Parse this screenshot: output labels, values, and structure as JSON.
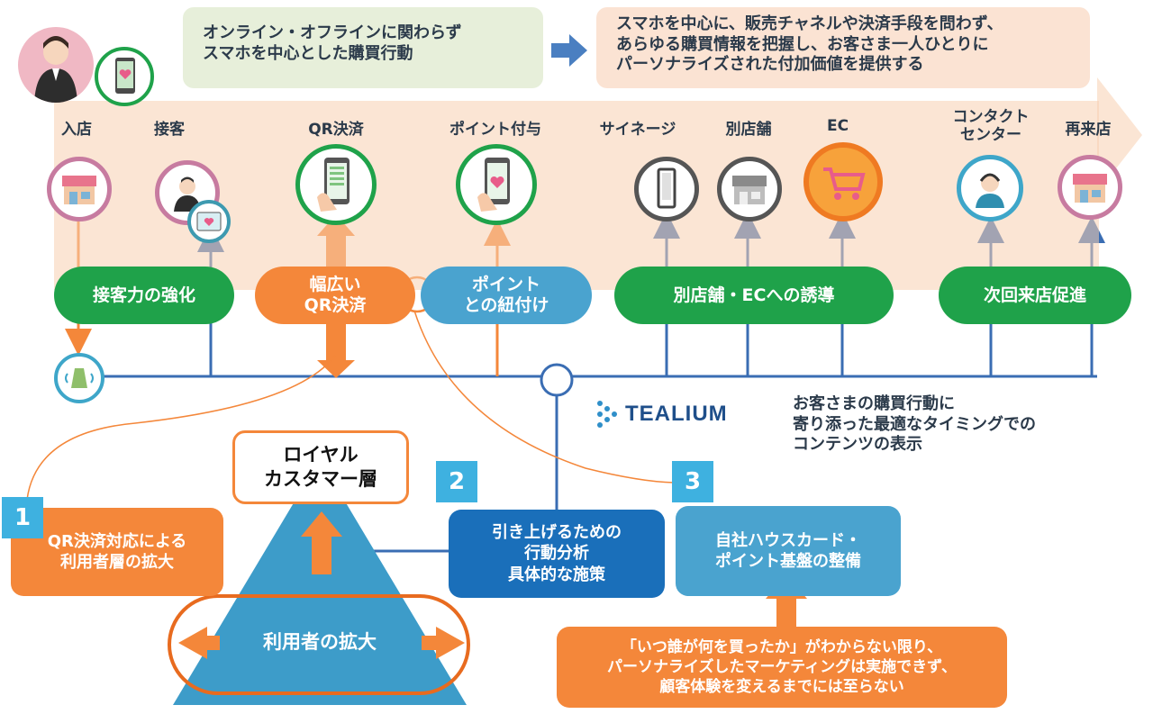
{
  "header": {
    "left_callout": "オンライン・オフラインに関わらず\nスマホを中心とした購買行動",
    "right_callout": "スマホを中心に、販売チャネルや決済手段を問わず、\nあらゆる購買情報を把握し、お客さま一人ひとりに\nパーソナライズされた付加価値を提供する"
  },
  "steps": [
    {
      "label": "入店",
      "icon": "store-icon"
    },
    {
      "label": "接客",
      "icon": "staff-tablet-icon"
    },
    {
      "label": "QR決済",
      "icon": "smartphone-qr-icon"
    },
    {
      "label": "ポイント付与",
      "icon": "smartphone-heart-icon"
    },
    {
      "label": "サイネージ",
      "icon": "signage-icon"
    },
    {
      "label": "別店舗",
      "icon": "shop-icon"
    },
    {
      "label": "EC",
      "icon": "cart-icon"
    },
    {
      "label": "コンタクト\nセンター",
      "icon": "operator-icon"
    },
    {
      "label": "再来店",
      "icon": "store-icon"
    }
  ],
  "pills": {
    "service": "接客力の強化",
    "qr": "幅広い\nQR決済",
    "point": "ポイント\nとの紐付け",
    "stores": "別店舗・ECへの誘導",
    "revisit": "次回来店促進"
  },
  "tealium": {
    "logo_text": "TEALIUM",
    "description": "お客さまの購買行動に\n寄り添った最適なタイミングでの\nコンテンツの表示"
  },
  "pyramid": {
    "top_label": "ロイヤル\nカスタマー層",
    "base_label": "利用者の拡大"
  },
  "numbered": [
    {
      "num": "1",
      "text": "QR決済対応による\n利用者層の拡大"
    },
    {
      "num": "2",
      "text": "引き上げるための\n行動分析\n具体的な施策"
    },
    {
      "num": "3",
      "text": "自社ハウスカード・\nポイント基盤の整備"
    }
  ],
  "bottom_note": "「いつ誰が何を買ったか」がわからない限り、\nパーソナライズしたマーケティングは実施できず、\n顧客体験を変えるまでには至らない",
  "colors": {
    "green": "#1fa24a",
    "orange": "#f4873a",
    "blue": "#4aa3cf",
    "dark_blue": "#1a6fba",
    "line_blue": "#3a6db3",
    "band": "#f8cfb0",
    "number_blue": "#3eb1e0"
  }
}
